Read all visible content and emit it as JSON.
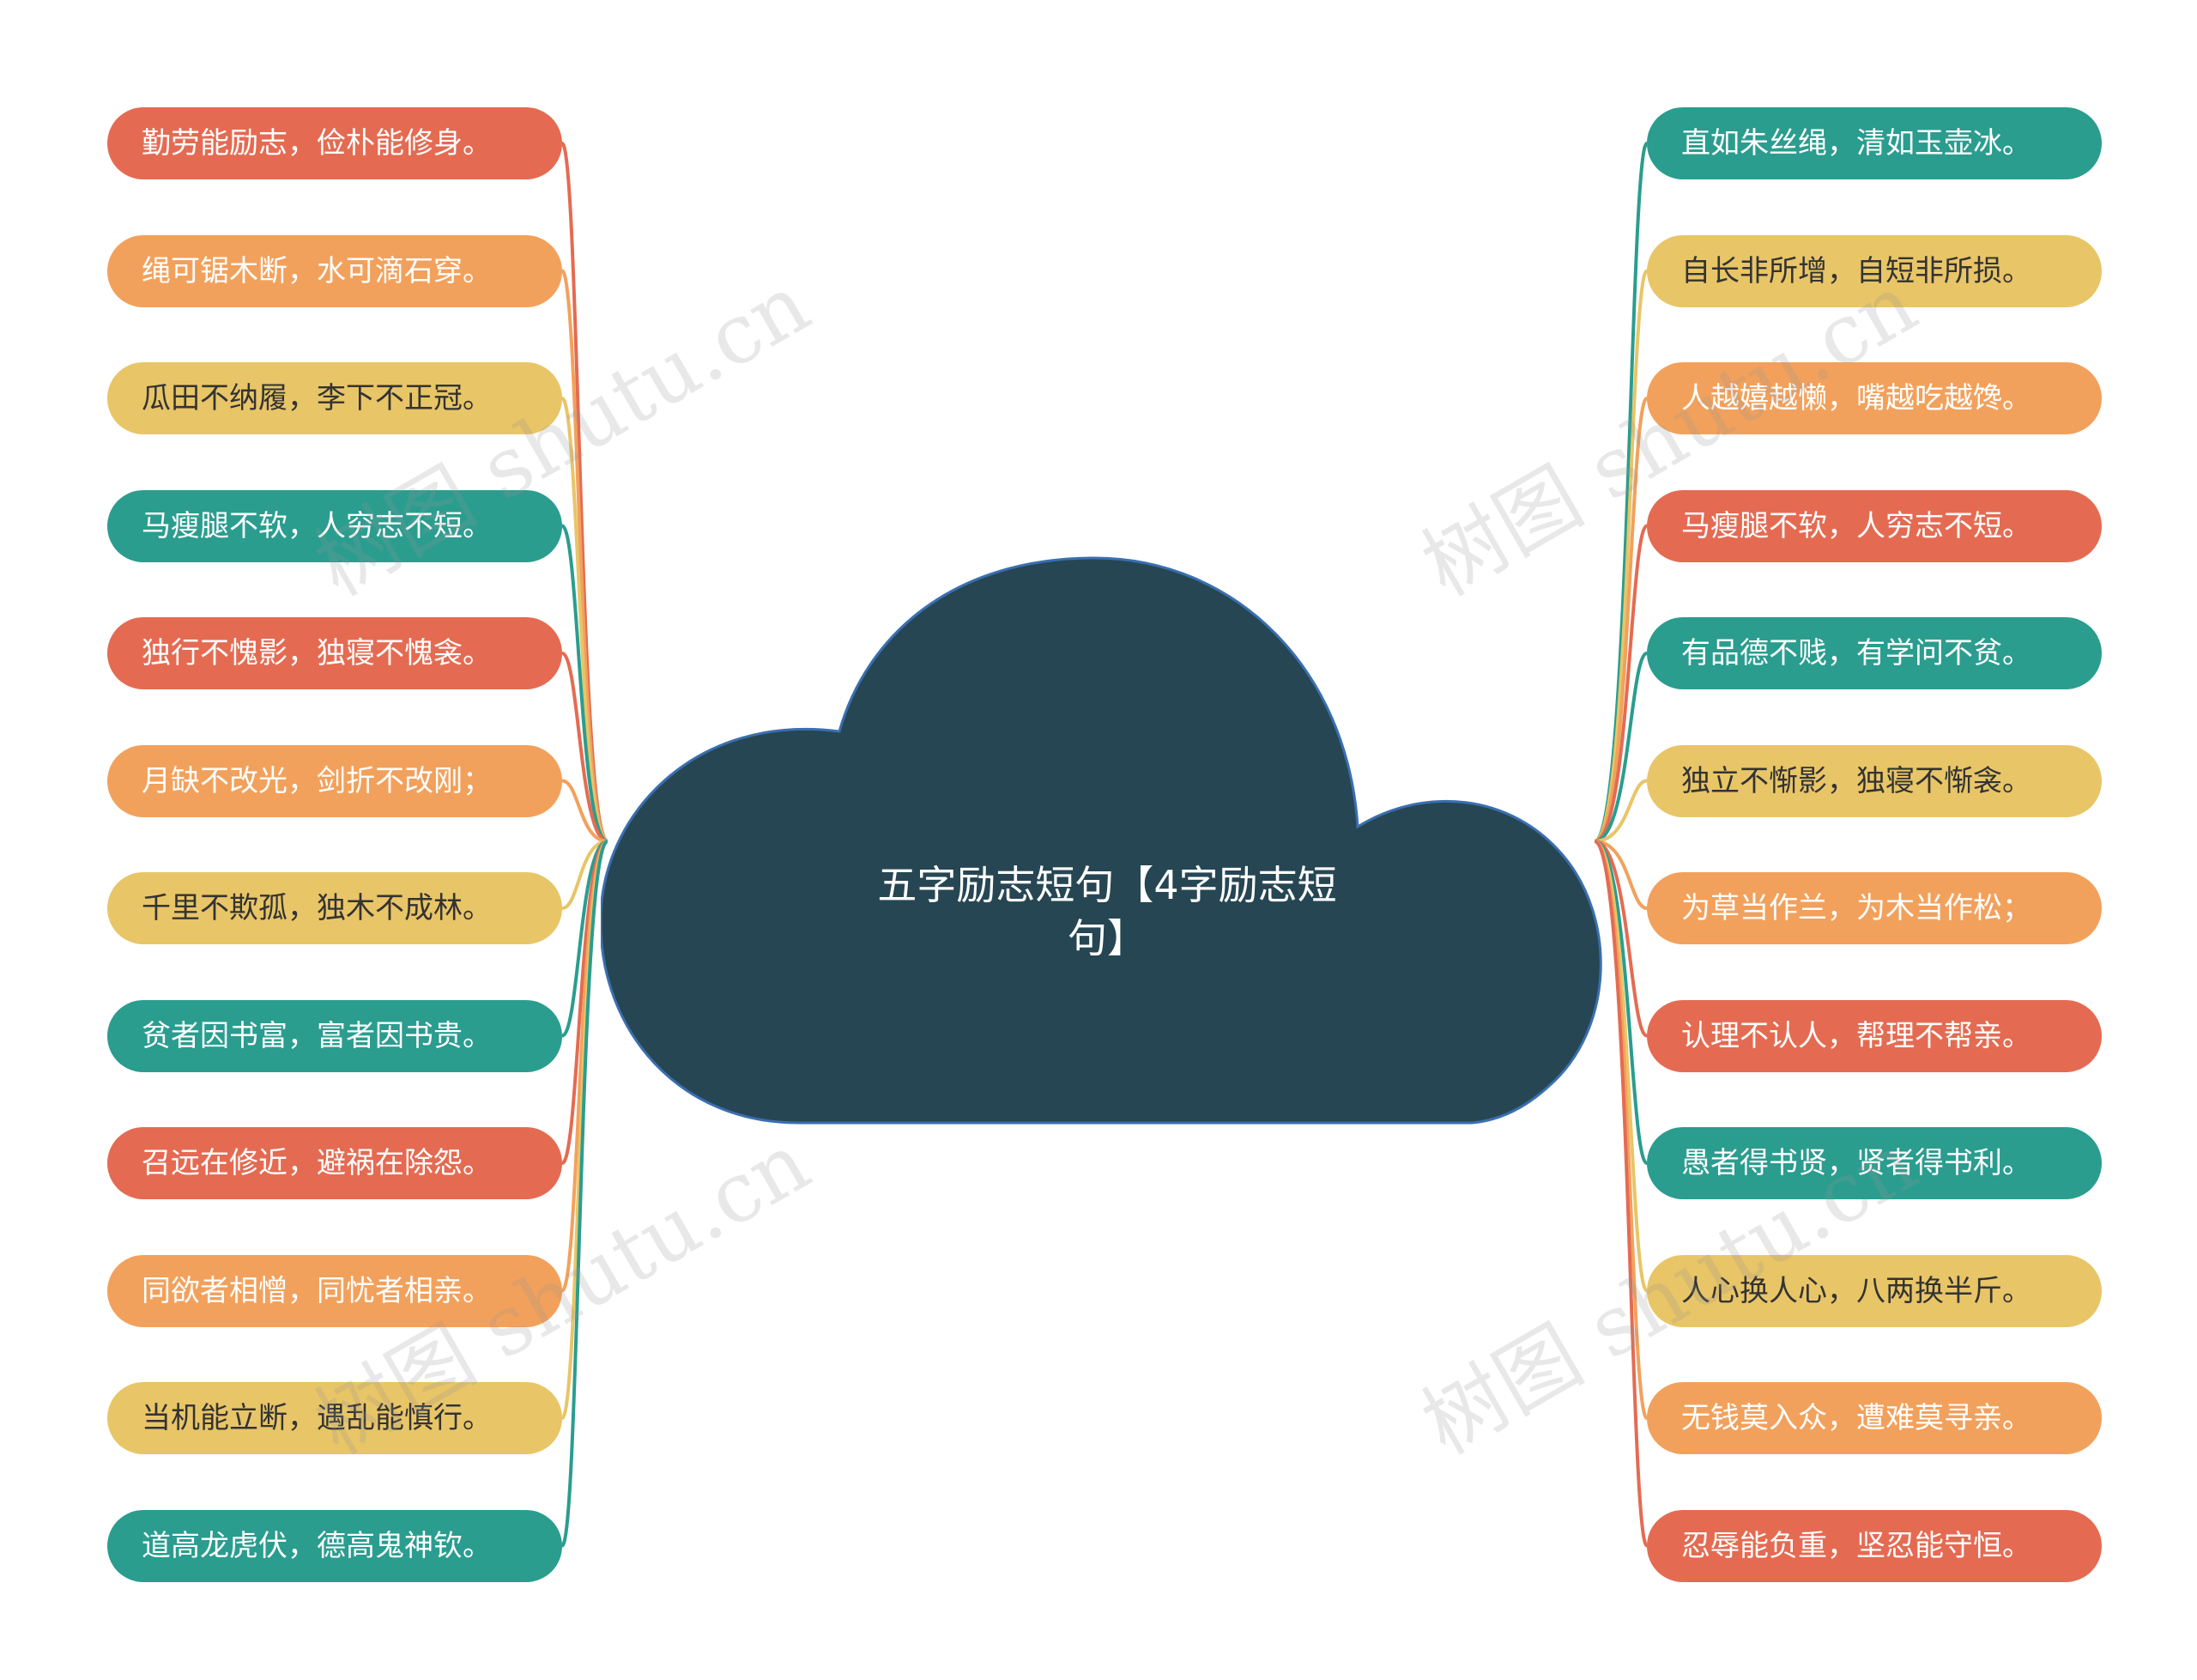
{
  "center": {
    "title": "五字励志短句【4字励志短句】",
    "fill": "#264653"
  },
  "colors": {
    "red": "#e46b52",
    "orange": "#f2a15c",
    "yellow": "#e8c567",
    "teal": "#2a9d8f"
  },
  "left": [
    {
      "text": "勤劳能励志，俭朴能修身。",
      "color": "red"
    },
    {
      "text": "绳可锯木断，水可滴石穿。",
      "color": "orange"
    },
    {
      "text": "瓜田不纳履，李下不正冠。",
      "color": "yellow"
    },
    {
      "text": "马瘦腿不软，人穷志不短。",
      "color": "teal"
    },
    {
      "text": "独行不愧影，独寝不愧衾。",
      "color": "red"
    },
    {
      "text": "月缺不改光，剑折不改刚；",
      "color": "orange"
    },
    {
      "text": "千里不欺孤，独木不成林。",
      "color": "yellow"
    },
    {
      "text": "贫者因书富，富者因书贵。",
      "color": "teal"
    },
    {
      "text": "召远在修近，避祸在除怨。",
      "color": "red"
    },
    {
      "text": "同欲者相憎，同忧者相亲。",
      "color": "orange"
    },
    {
      "text": "当机能立断，遇乱能慎行。",
      "color": "yellow"
    },
    {
      "text": "道高龙虎伏，德高鬼神钦。",
      "color": "teal"
    }
  ],
  "right": [
    {
      "text": "直如朱丝绳，清如玉壶冰。",
      "color": "teal"
    },
    {
      "text": "自长非所增，自短非所损。",
      "color": "yellow"
    },
    {
      "text": "人越嬉越懒，嘴越吃越馋。",
      "color": "orange"
    },
    {
      "text": "马瘦腿不软，人穷志不短。",
      "color": "red"
    },
    {
      "text": "有品德不贱，有学问不贫。",
      "color": "teal"
    },
    {
      "text": "独立不惭影，独寝不惭衾。",
      "color": "yellow"
    },
    {
      "text": "为草当作兰，为木当作松；",
      "color": "orange"
    },
    {
      "text": "认理不认人，帮理不帮亲。",
      "color": "red"
    },
    {
      "text": "愚者得书贤，贤者得书利。",
      "color": "teal"
    },
    {
      "text": "人心换人心，八两换半斤。",
      "color": "yellow"
    },
    {
      "text": "无钱莫入众，遭难莫寻亲。",
      "color": "orange"
    },
    {
      "text": "忍辱能负重，坚忍能守恒。",
      "color": "red"
    }
  ],
  "watermark": "树图 shutu.cn"
}
